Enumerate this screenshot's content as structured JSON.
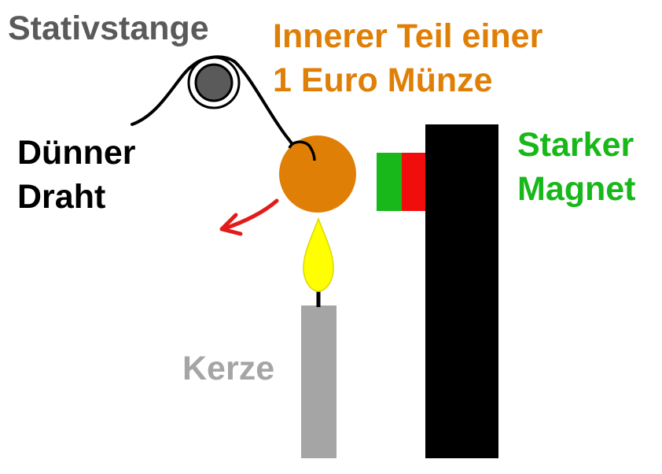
{
  "labels": {
    "rod": "Stativstange",
    "coin_line1": "Innerer Teil einer",
    "coin_line2": "1 Euro Münze",
    "wire_line1": "Dünner",
    "wire_line2": "Draht",
    "magnet_line1": "Starker",
    "magnet_line2": "Magnet",
    "candle": "Kerze"
  },
  "colors": {
    "rod_label": "#5a5a5a",
    "coin": "#e07f06",
    "wire": "#000000",
    "magnet_label": "#19b81a",
    "magnet_north": "#19b81a",
    "magnet_south": "#f20d0d",
    "candle": "#a5a5a5",
    "flame": "#ffff00",
    "arrow": "#e31b1b",
    "block": "#000000"
  }
}
